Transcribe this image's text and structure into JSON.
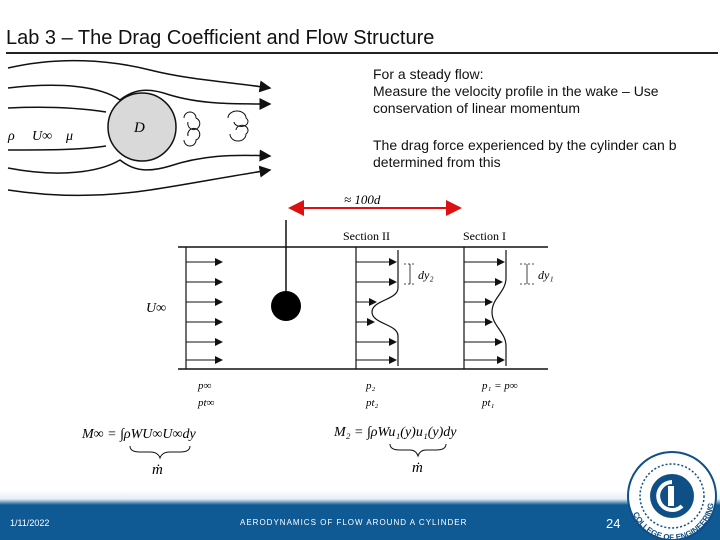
{
  "slide": {
    "title": "Lab 3 – The Drag Coefficient and Flow Structure",
    "bullets": [
      "For a steady flow:",
      "Measure the velocity profile in the wake – Use conservation of linear momentum",
      "The drag force experienced by the cylinder can b determined from this"
    ]
  },
  "cylinder_sketch": {
    "rho": "ρ",
    "u_inf": "U∞",
    "mu": "μ",
    "diameter": "D"
  },
  "wake_diagram": {
    "distance": "≈ 100d",
    "section2": "Section II",
    "section1": "Section I",
    "dy2": "dy₂",
    "dy1": "dy₁",
    "u_inf": "U∞",
    "p_inf": "p∞",
    "pt_inf": "pt∞",
    "p2": "p₂",
    "pt2": "pt₂",
    "p1_eq": "p₁ = p∞",
    "pt1": "pt₁",
    "m_inf_lhs": "M∞ = ∫ρWU∞U∞dy",
    "m_inf_label": "ṁ",
    "m2_lhs": "M₂ = ∫ρWu₁(y)u₁(y)dy",
    "m2_label": "ṁ"
  },
  "footer": {
    "date": "1/11/2022",
    "course": "AERODYNAMICS OF FLOW AROUND A CYLINDER",
    "page": "24",
    "logo_text": "COLLEGE OF ENGINEERING"
  }
}
